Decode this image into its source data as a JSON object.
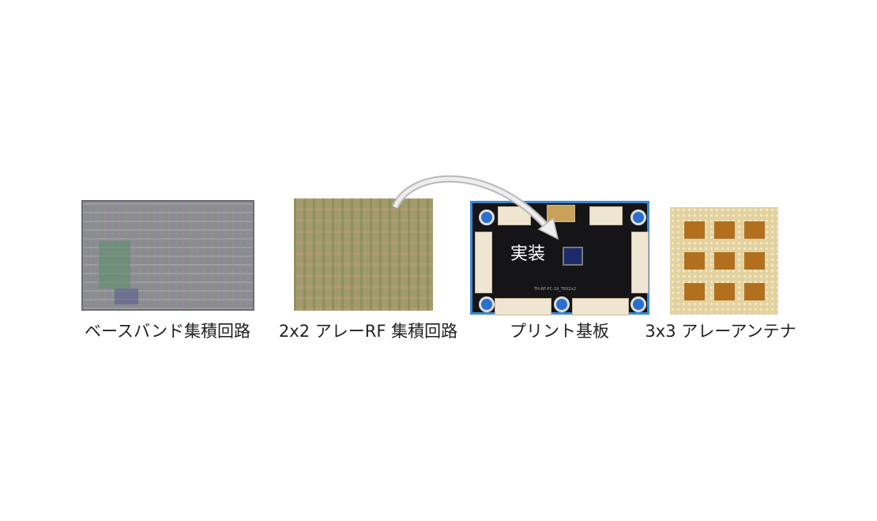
{
  "items": [
    {
      "label": "ベースバンド集積回路"
    },
    {
      "label": "2x2 アレーRF 集積回路"
    },
    {
      "label": "プリント基板",
      "overlay": "実装",
      "silkscreen": "TH-RF-FC-19_TRX2x2"
    },
    {
      "label": "3x3 アレーアンテナ"
    }
  ],
  "colors": {
    "pcb_border": "#3a8bd6",
    "arrow": "#c8c8c8"
  }
}
